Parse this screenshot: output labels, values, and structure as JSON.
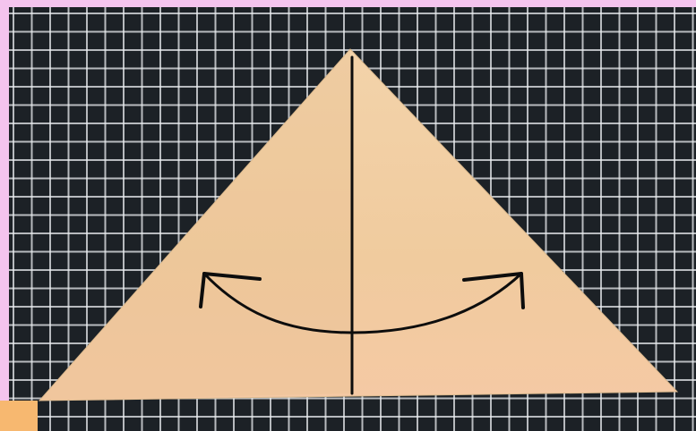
{
  "image": {
    "subject": "origami-fold-diagram",
    "colors": {
      "border": "#f4c4ee",
      "corner": "#f7b870",
      "mat": "#1c2126",
      "grid": "#e6e9ec",
      "paper": "#f2cfa4",
      "paper_shade": "#e9c293",
      "line": "#0d0d0d"
    },
    "icons": [
      "fold-line",
      "fold-arrow-left",
      "fold-arrow-right"
    ]
  }
}
